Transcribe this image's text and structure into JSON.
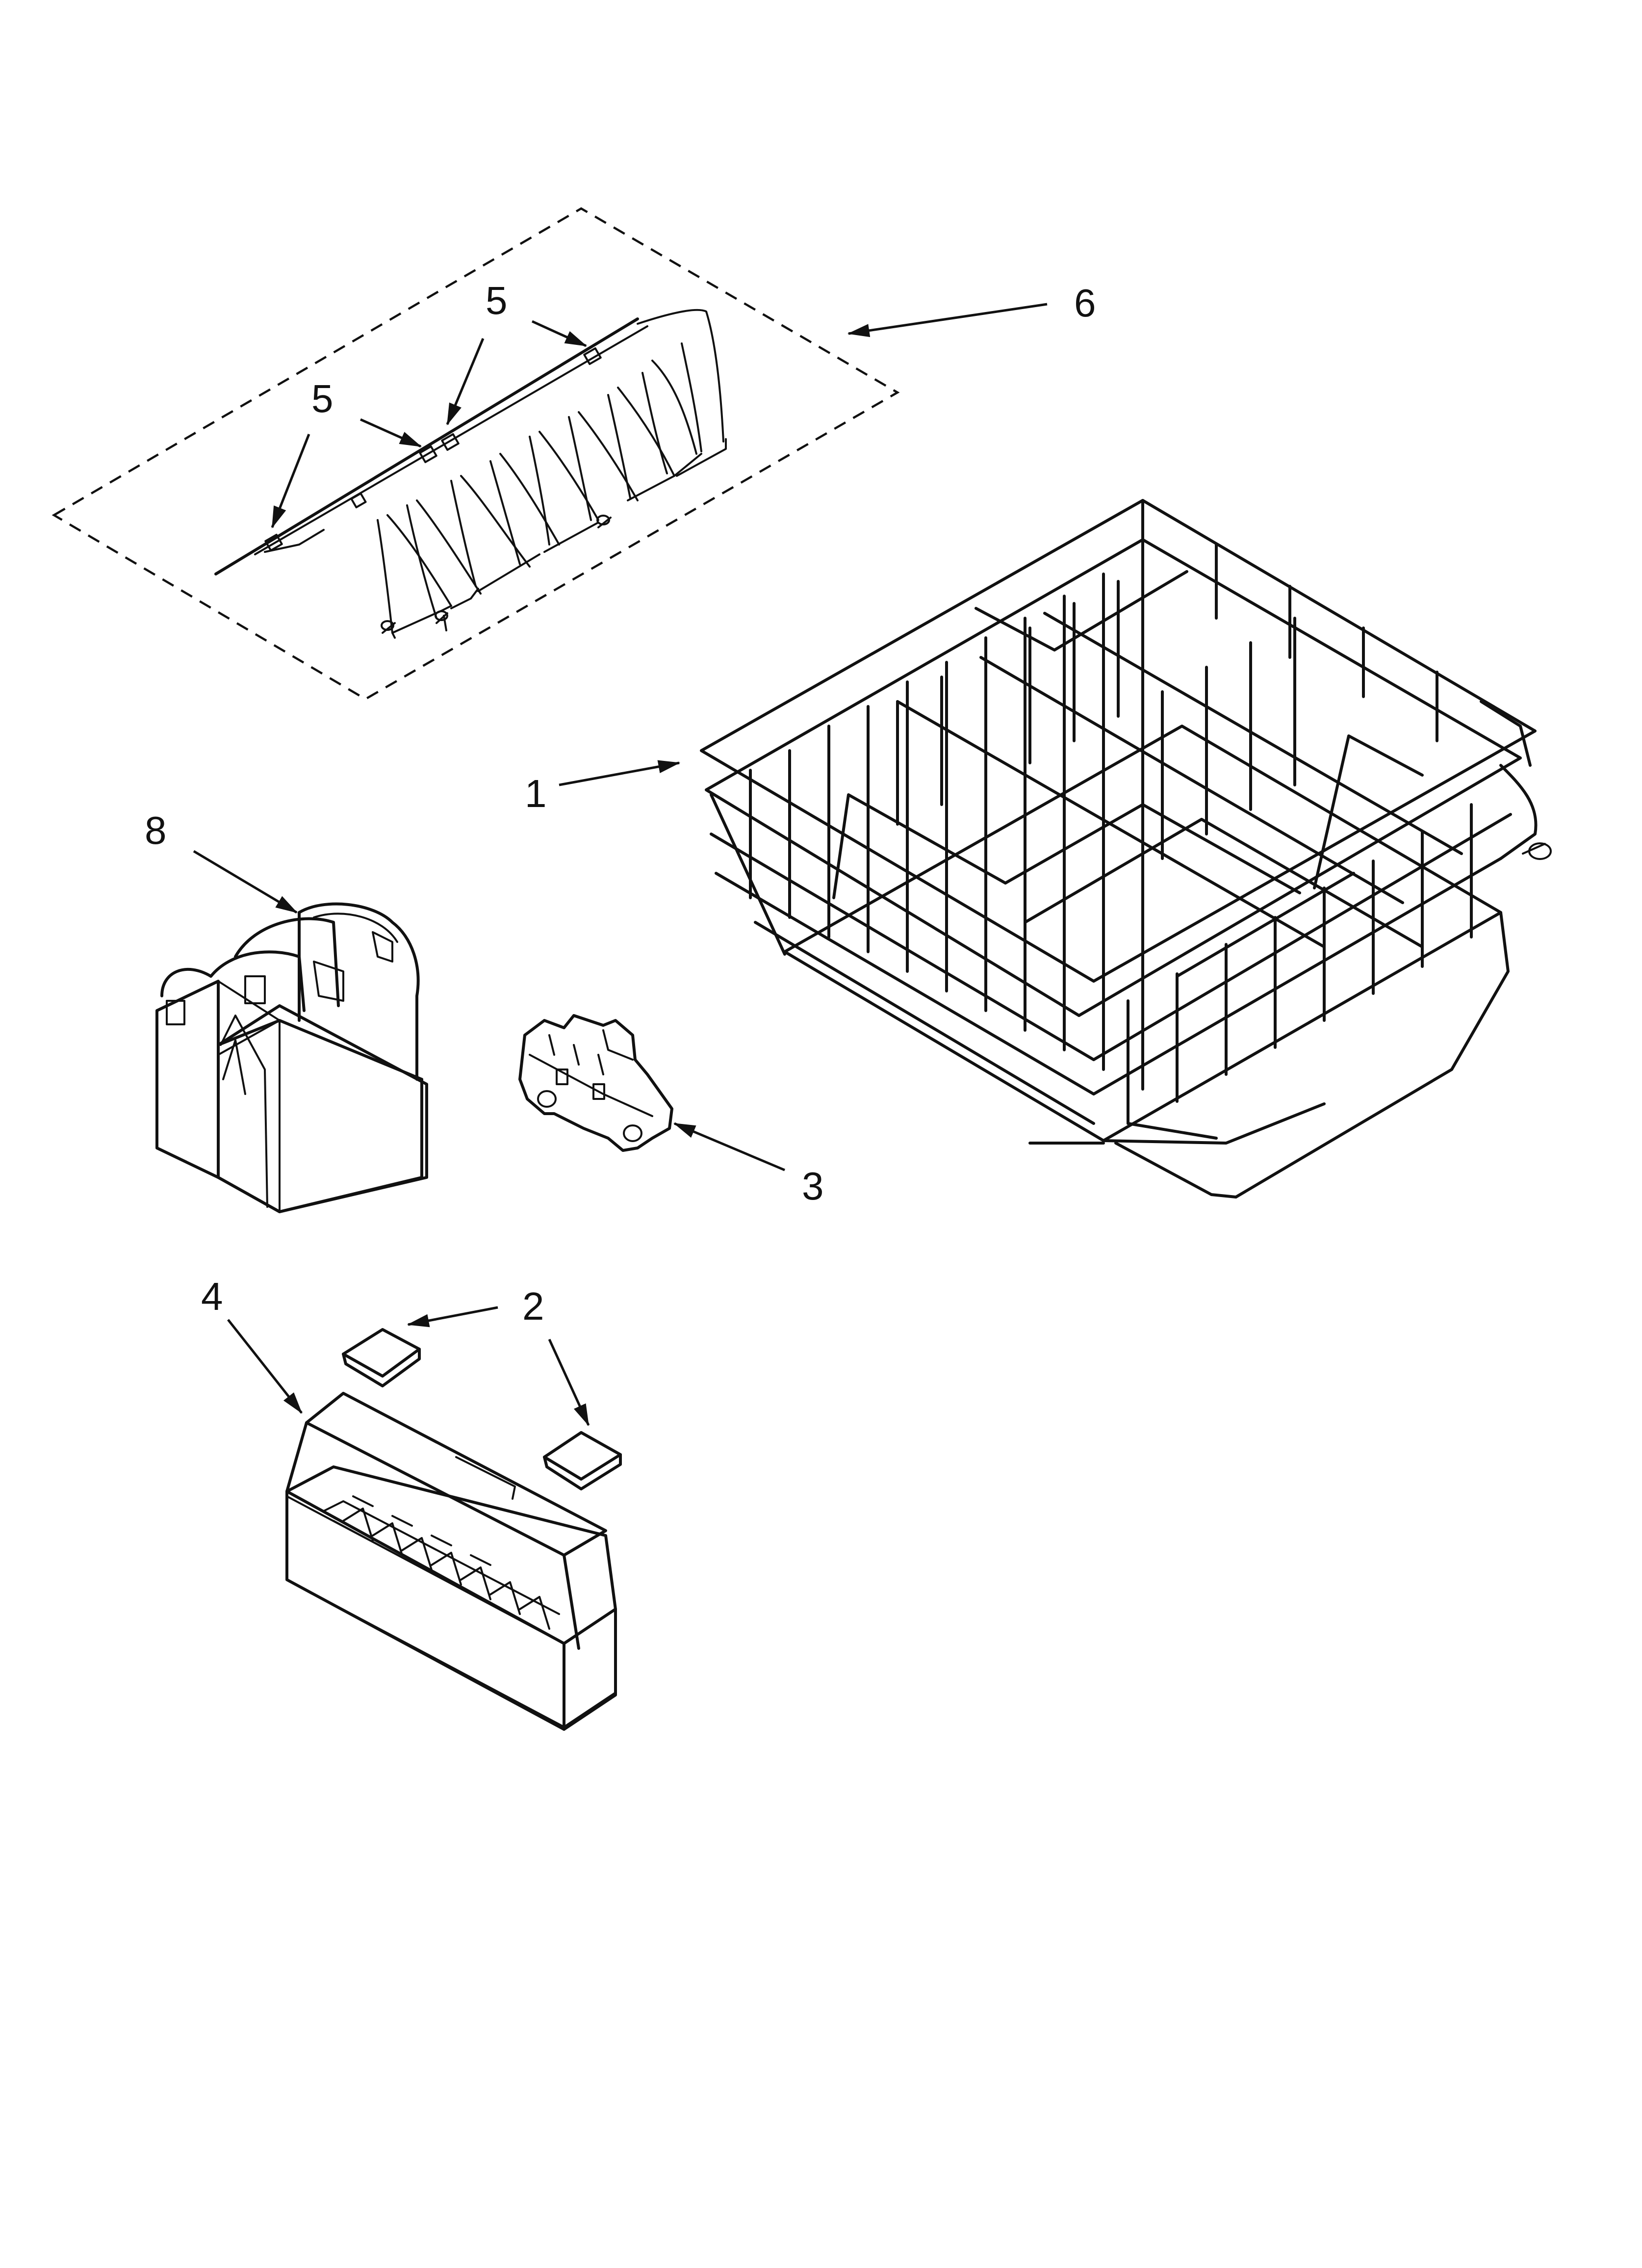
{
  "callouts": [
    {
      "id": "c6",
      "label": "6"
    },
    {
      "id": "c5a",
      "label": "5"
    },
    {
      "id": "c5b",
      "label": "5"
    },
    {
      "id": "c1",
      "label": "1"
    },
    {
      "id": "c8",
      "label": "8"
    },
    {
      "id": "c3",
      "label": "3"
    },
    {
      "id": "c4",
      "label": "4"
    },
    {
      "id": "c2",
      "label": "2"
    }
  ]
}
